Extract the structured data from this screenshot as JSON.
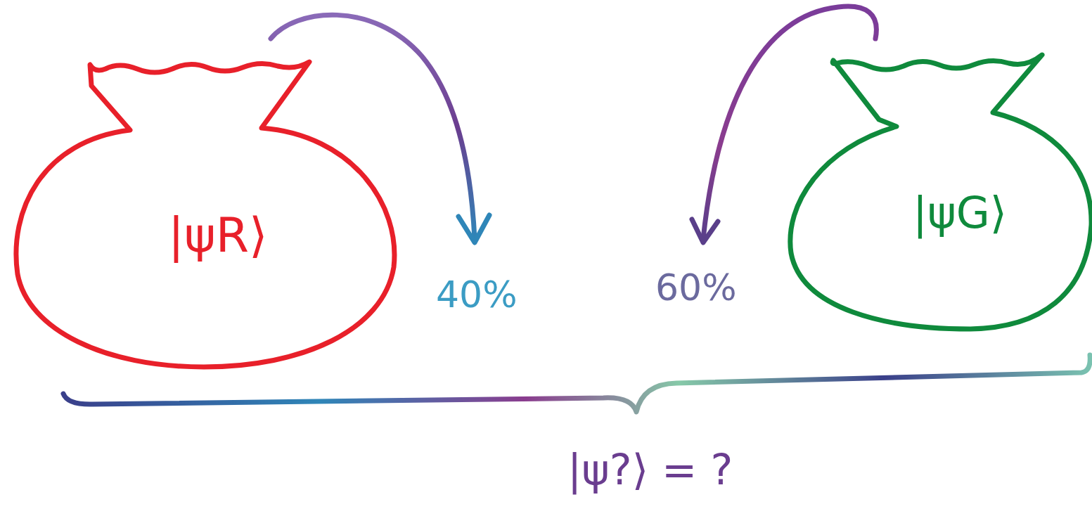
{
  "diagram": {
    "nodes": [
      {
        "text": [
          "|ψR⟩"
        ]
      },
      {
        "text": [
          "|ψG⟩"
        ]
      }
    ],
    "labels": [
      "40%",
      "60%",
      "|ψ?⟩ = ?"
    ]
  }
}
